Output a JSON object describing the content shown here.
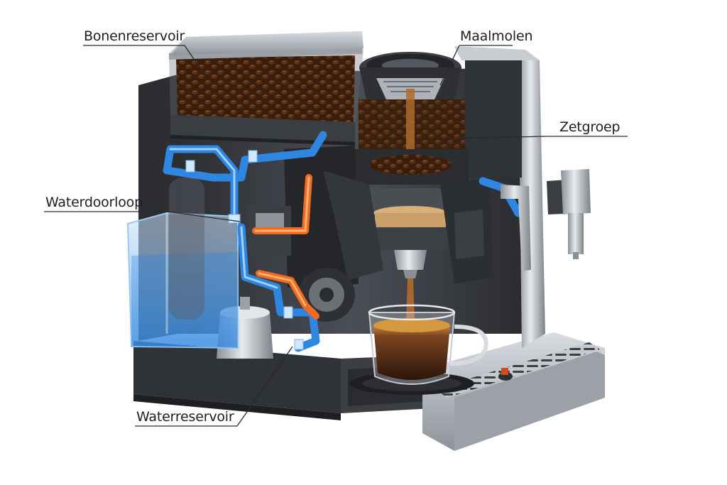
{
  "labels": {
    "beans": "Bonenreservoir",
    "grinder": "Maalmolen",
    "brew_group": "Zetgroep",
    "water_flow": "Waterdoorloop",
    "water_tank": "Waterreservoir"
  },
  "colors": {
    "cold_water": "#2f86e0",
    "hot_water": "#f06a1f",
    "body": "#3a3d42",
    "steel": "#b9bec5",
    "coffee": "#5a3418",
    "crema": "#c98a3a",
    "label_line": "#2a2a2a"
  }
}
